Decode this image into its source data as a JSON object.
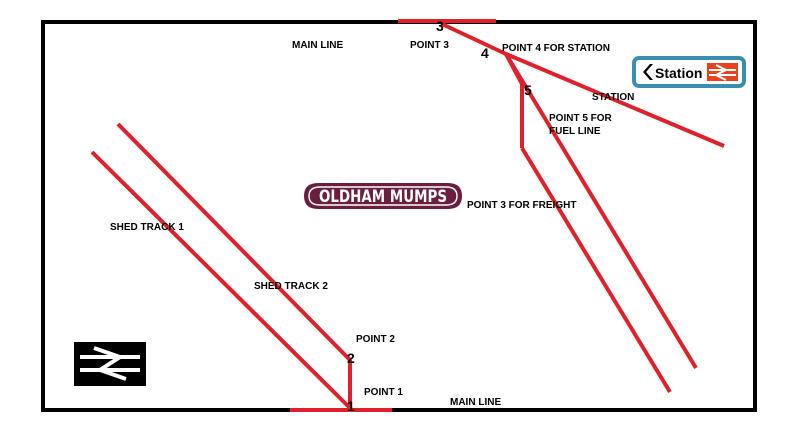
{
  "labels": {
    "main_line_top": "MAIN LINE",
    "main_line_bottom": "MAIN LINE",
    "point_3": "POINT 3",
    "point_4": "POINT 4  FOR STATION",
    "station": "STATION",
    "point_5_line1": "POINT 5 FOR",
    "point_5_line2": "FUEL LINE",
    "point_3_freight": "POINT 3 FOR FREIGHT",
    "shed_track_1": "SHED TRACK 1",
    "shed_track_2": "SHED TRACK 2",
    "point_2": "POINT 2",
    "point_1": "POINT 1"
  },
  "numbers": {
    "n1": "1",
    "n2": "2",
    "n3": "3",
    "n4": "4",
    "n5": "5"
  },
  "station_sign": {
    "arrow": "chevron-left-icon",
    "text": "Station",
    "logo": "british-rail-icon"
  },
  "name_plate": {
    "text": "OLDHAM MUMPS"
  },
  "colors": {
    "track": "#e0202a",
    "border": "#000000",
    "plate": "#6b1e3d",
    "station_border": "#3a8fb0",
    "rail_logo_bg": "#e8431c"
  }
}
